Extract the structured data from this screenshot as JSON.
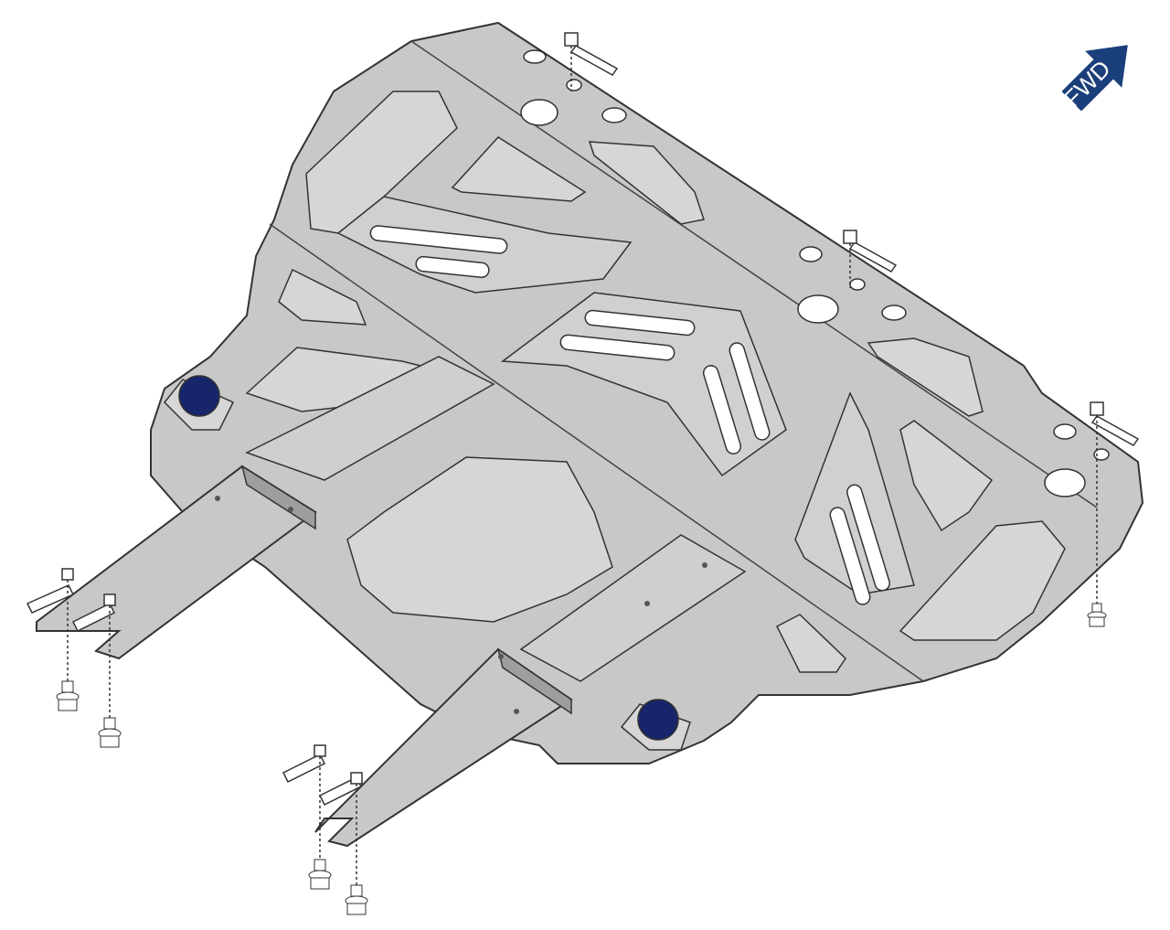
{
  "direction_indicator": {
    "label": "FWD",
    "arrow_color": "#1b3f7a",
    "text_color": "#ffffff"
  },
  "colors": {
    "plate_fill": "#c8c8c8",
    "plate_stroke": "#333333",
    "recess_fill": "#d6d6d6",
    "recess_shade": "#a9a9a9",
    "slot_fill": "#ffffff",
    "drain_plug": "#17256a",
    "hardware_fill": "#ffffff"
  },
  "components": {
    "skid_plate": {
      "type": "engine-underbody-protection-plate"
    },
    "drain_plugs": 2,
    "mounting_brackets": 2,
    "front_fasteners": 3,
    "rear_fasteners": 4
  }
}
